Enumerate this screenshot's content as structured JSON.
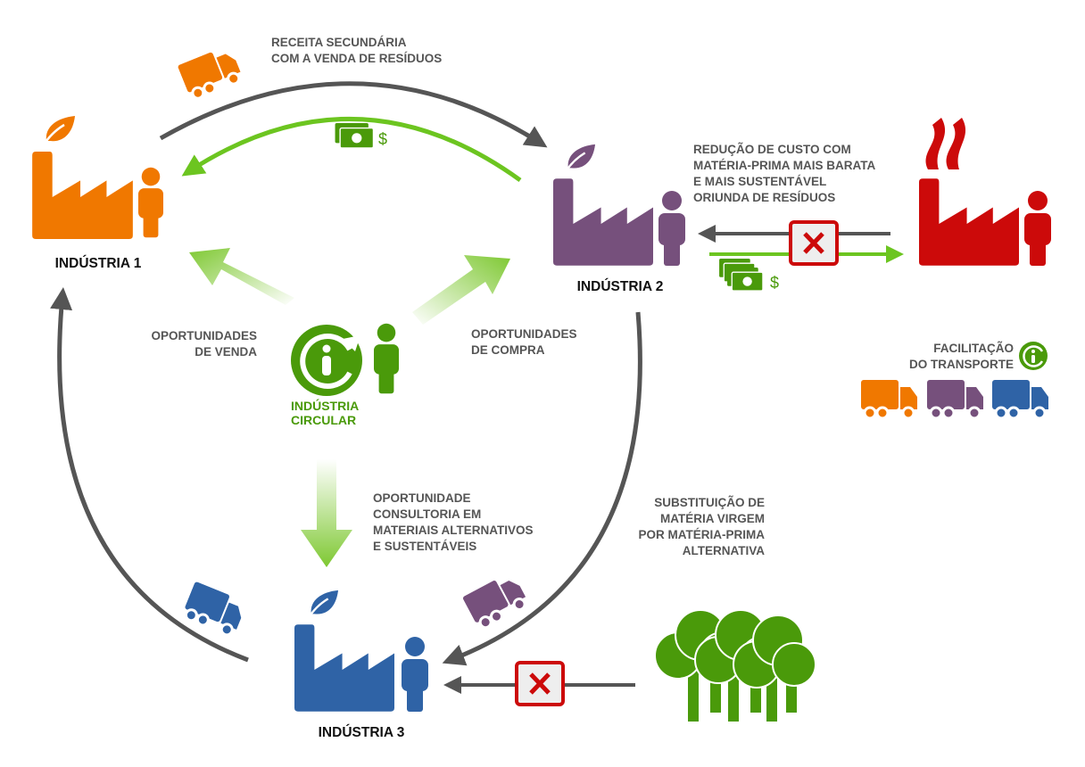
{
  "industries": {
    "industry_1": "INDÚSTRIA 1",
    "industry_2": "INDÚSTRIA 2",
    "industry_3": "INDÚSTRIA 3"
  },
  "circular": [
    "INDÚSTRIA",
    "CIRCULAR"
  ],
  "notes": {
    "secondary_revenue": [
      "RECEITA SECUNDÁRIA",
      "COM A VENDA DE RESÍDUOS"
    ],
    "cost_reduction": [
      "REDUÇÃO DE CUSTO COM",
      "MATÉRIA-PRIMA MAIS BARATA",
      "E MAIS SUSTENTÁVEL",
      "ORIUNDA DE RESÍDUOS"
    ],
    "sales": [
      "OPORTUNIDADES",
      "DE VENDA"
    ],
    "purchase": [
      "OPORTUNIDADES",
      "DE COMPRA"
    ],
    "consulting": [
      "OPORTUNIDADE",
      "CONSULTORIA EM",
      "MATERIAIS ALTERNATIVOS",
      "E SUSTENTÁVEIS"
    ],
    "substitution": [
      "SUBSTITUIÇÃO DE",
      "MATÉRIA VIRGEM",
      "POR MATÉRIA-PRIMA",
      "ALTERNATIVA"
    ]
  },
  "transport": [
    "FACILITAÇÃO",
    "DO TRANSPORTE"
  ],
  "currency": "$",
  "colors": {
    "industry_1": "#f07800",
    "industry_2": "#76507c",
    "industry_3": "#2f63a6",
    "polluter": "#cc0a0a",
    "circular": "#4a9a0a",
    "flow_green": "#6cc520",
    "flow_gray": "#555555"
  }
}
